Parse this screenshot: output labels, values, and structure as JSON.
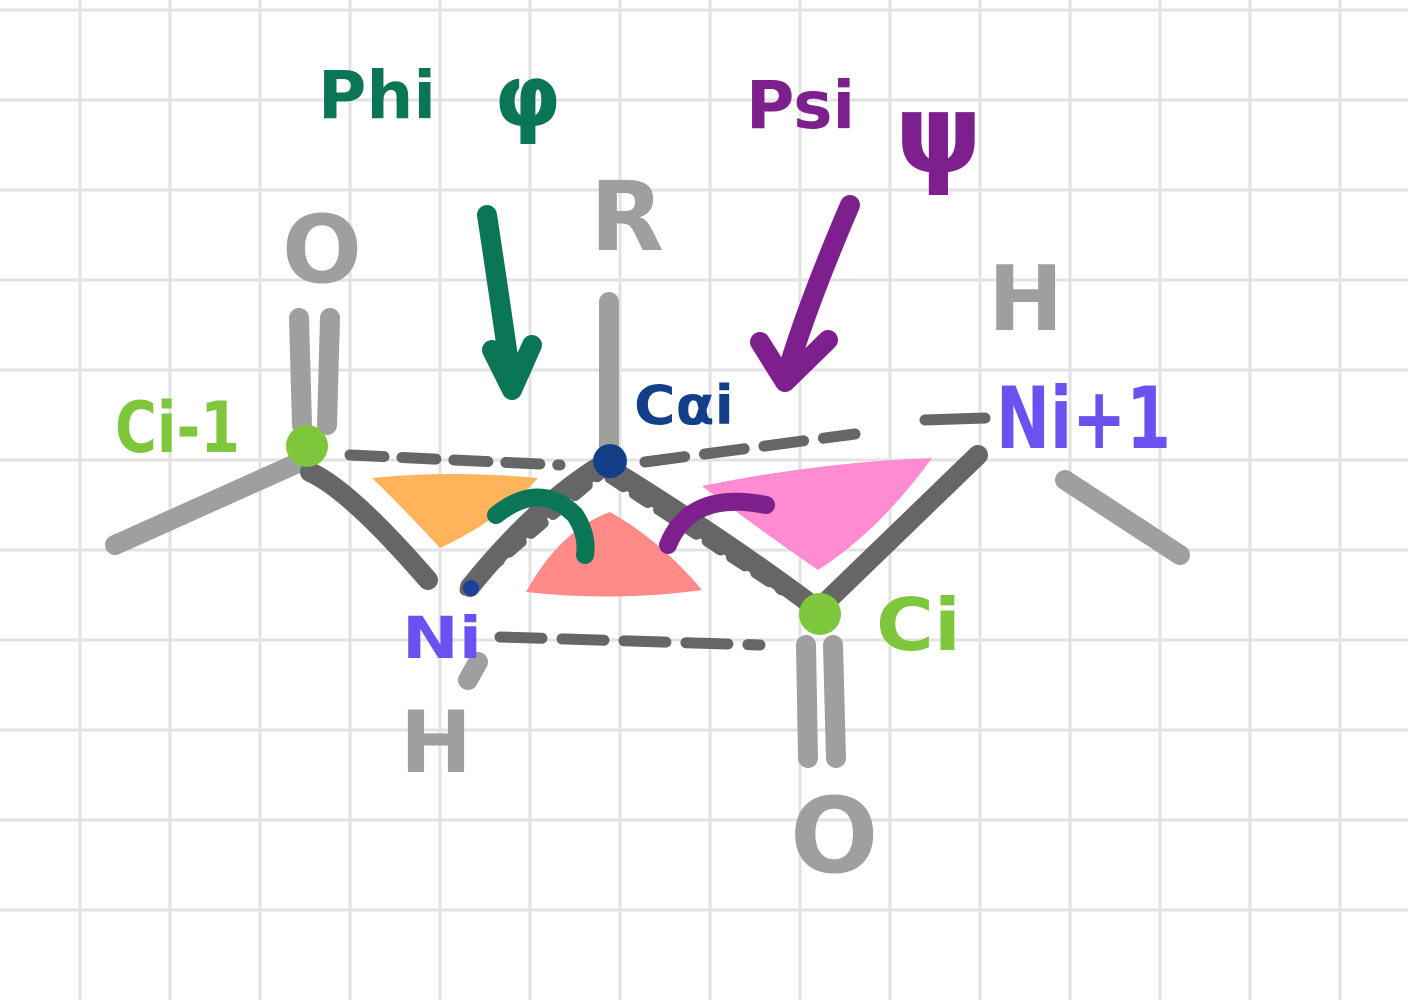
{
  "titles": {
    "phi_word": "Phi",
    "phi_symbol": "φ",
    "psi_word": "Psi",
    "psi_symbol": "ψ"
  },
  "atoms": {
    "c_prev": "Ci-1",
    "n_i": "Ni",
    "c_alpha": "Cαi",
    "c_i": "Ci",
    "n_next": "Ni+1",
    "o_top": "O",
    "o_bottom": "O",
    "r_group": "R",
    "h_top": "H",
    "h_bottom": "H"
  },
  "colors": {
    "grid": "#e2e2e2",
    "bond": "#666666",
    "light_bond": "#9f9f9f",
    "carbon": "#7ec63c",
    "nitrogen": "#6a52f0",
    "alpha_carbon": "#123f88",
    "phi": "#0b7656",
    "psi": "#7d1f8c",
    "plane_orange": "#ffb45c",
    "plane_red": "#ff8a88",
    "plane_pink": "#ff8bd2"
  }
}
